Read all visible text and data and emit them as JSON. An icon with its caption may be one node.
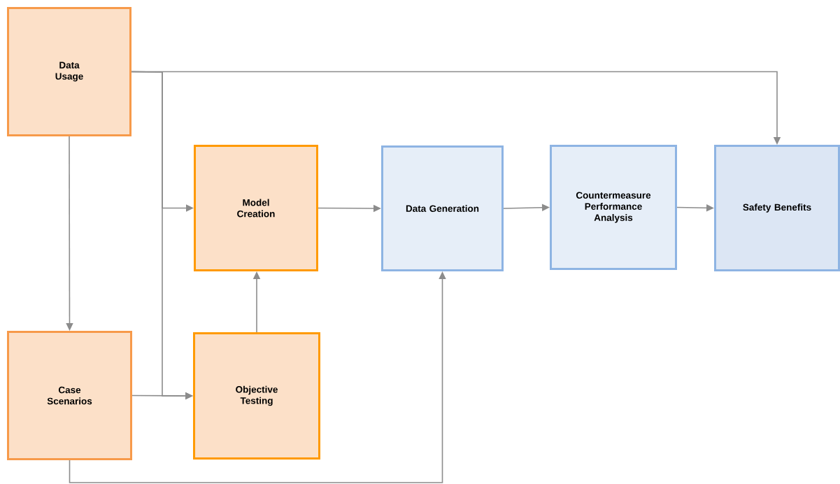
{
  "diagram": {
    "nodes": [
      {
        "text": [
          "Data Usage"
        ]
      },
      {
        "text": [
          "Case Scenarios"
        ]
      },
      {
        "text": [
          "Model Creation"
        ]
      },
      {
        "text": [
          "Objective Testing"
        ]
      },
      {
        "text": [
          "Data Generation"
        ]
      },
      {
        "text": [
          "Countermeasure Performance Analysis"
        ]
      },
      {
        "text": [
          "Safety Benefits"
        ]
      }
    ],
    "edges": [
      {
        "from": 0,
        "to": 6,
        "arrow": "to"
      },
      {
        "from": 0,
        "to": 2,
        "arrow": "to"
      },
      {
        "from": 0,
        "to": 3,
        "arrow": "to"
      },
      {
        "from": 0,
        "to": 1,
        "arrow": "to"
      },
      {
        "from": 1,
        "to": 3,
        "arrow": "to"
      },
      {
        "from": 3,
        "to": 2,
        "arrow": "to"
      },
      {
        "from": 2,
        "to": 4,
        "arrow": "to"
      },
      {
        "from": 4,
        "to": 5,
        "arrow": "to"
      },
      {
        "from": 5,
        "to": 6,
        "arrow": "to"
      },
      {
        "from": 1,
        "to": 4,
        "arrow": "to"
      }
    ]
  }
}
